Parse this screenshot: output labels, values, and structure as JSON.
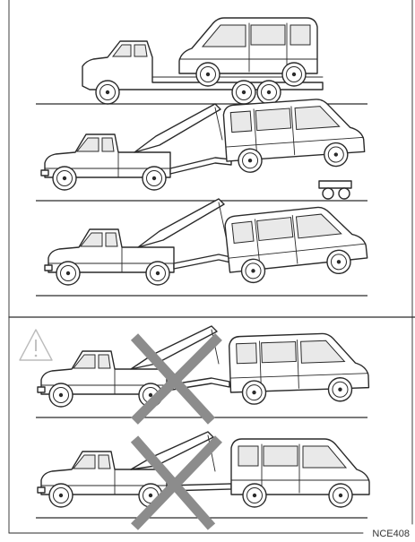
{
  "figure": {
    "code": "NCE408",
    "colors": {
      "line": "#2a2a2a",
      "prohibited_x": "#8c8c8c",
      "warning_triangle": "#bbbbbb",
      "background": "#ffffff"
    },
    "icons": [
      "warning-triangle-icon",
      "prohibited-x-icon"
    ],
    "scenes": [
      {
        "name": "flatbed-tow",
        "status": "recommended"
      },
      {
        "name": "wheel-lift-front-with-dollies",
        "status": "recommended"
      },
      {
        "name": "wheel-lift-front-no-dollies",
        "status": "recommended"
      },
      {
        "name": "wheel-lift-rear-no-dollies",
        "status": "prohibited"
      },
      {
        "name": "sling-tow",
        "status": "prohibited"
      }
    ]
  }
}
